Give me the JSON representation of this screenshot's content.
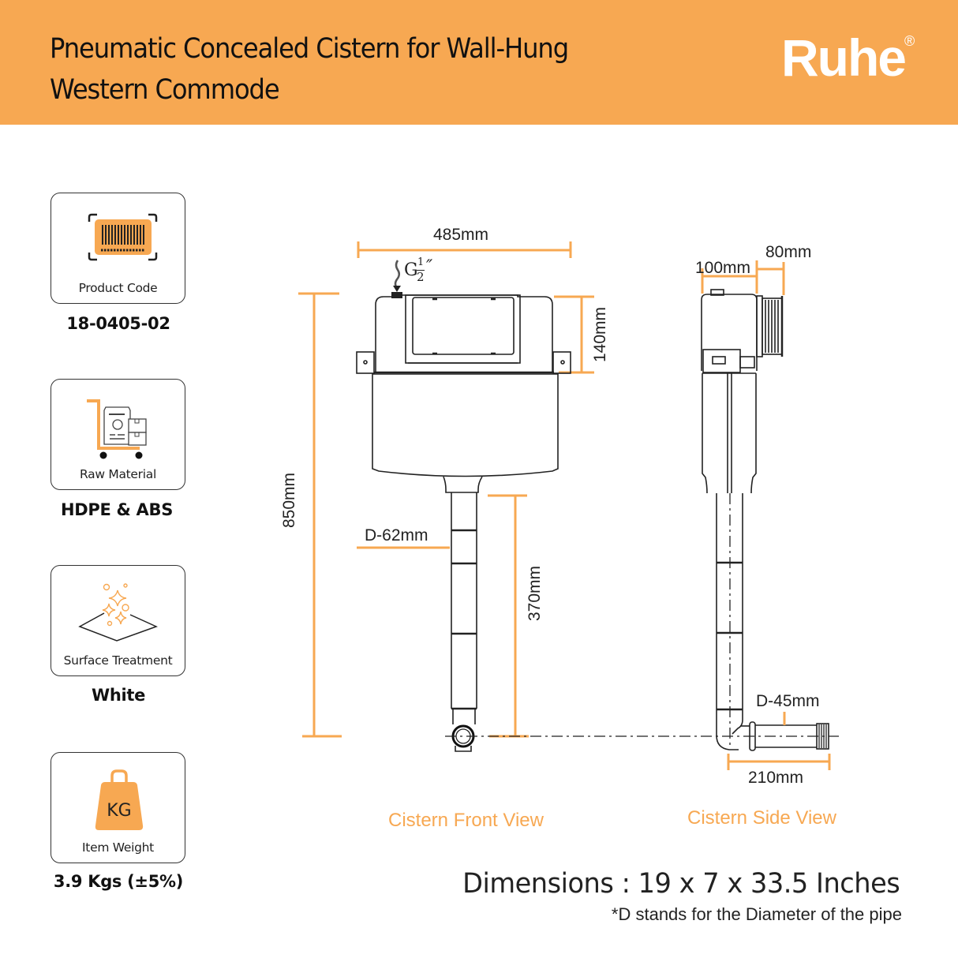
{
  "header": {
    "title_line1": "Pneumatic Concealed Cistern for Wall-Hung",
    "title_line2": "Western Commode",
    "brand": "Ruhe",
    "brand_reg": "®",
    "background_color": "#f7a852"
  },
  "specs": [
    {
      "label": "Product Code",
      "value": "18-0405-02",
      "icon": "barcode-icon"
    },
    {
      "label": "Raw Material",
      "value": "HDPE & ABS",
      "icon": "cart-materials-icon"
    },
    {
      "label": "Surface Treatment",
      "value": "White",
      "icon": "sparkle-surface-icon"
    },
    {
      "label": "Item Weight",
      "value": "3.9 Kgs (±5%)",
      "icon": "weight-kg-icon",
      "icon_text": "KG"
    }
  ],
  "front_view": {
    "caption": "Cistern Front View",
    "width_label": "485mm",
    "inlet_label_g": "G",
    "inlet_label_num": "1",
    "inlet_label_den": "2",
    "inlet_label_quote": "″",
    "top_height_label": "140mm",
    "total_height_label": "850mm",
    "pipe_diameter_label": "D-62mm",
    "pipe_length_label": "370mm"
  },
  "side_view": {
    "caption": "Cistern Side View",
    "depth_label": "100mm",
    "flange_label": "80mm",
    "outlet_diameter_label": "D-45mm",
    "outlet_length_label": "210mm"
  },
  "footer": {
    "dimensions": "Dimensions : 19 x 7 x 33.5 Inches",
    "footnote": "*D stands for the Diameter of the pipe"
  },
  "colors": {
    "accent": "#f7a852",
    "line": "#222222"
  }
}
